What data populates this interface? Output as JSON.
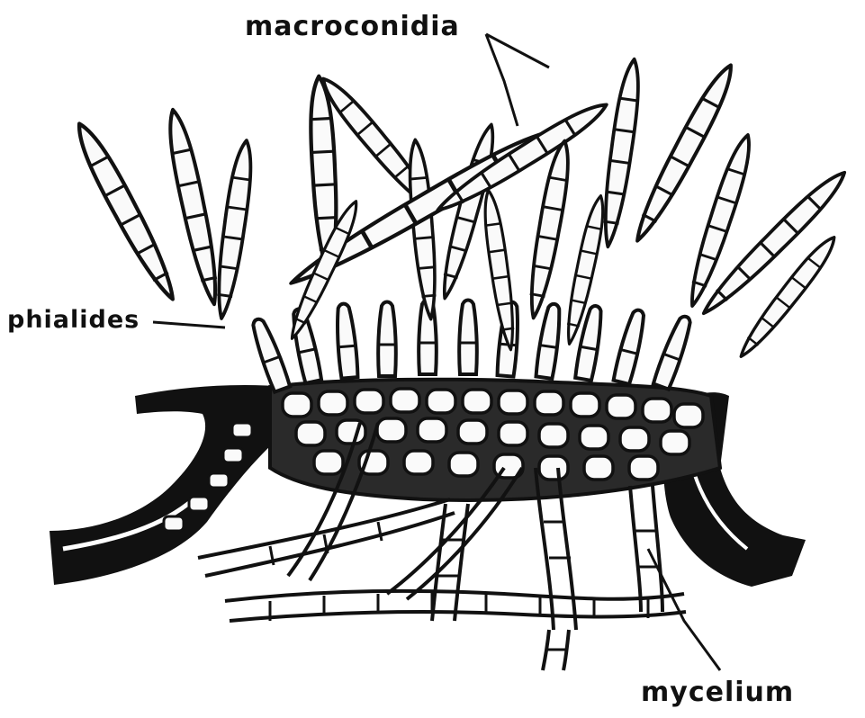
{
  "diagram": {
    "labels": {
      "macroconidia": "macroconidia",
      "phialides": "phialides",
      "mycelium": "mycelium"
    },
    "colors": {
      "ink": "#111111",
      "paper": "#ffffff",
      "cell_fill": "#fafafa"
    }
  }
}
